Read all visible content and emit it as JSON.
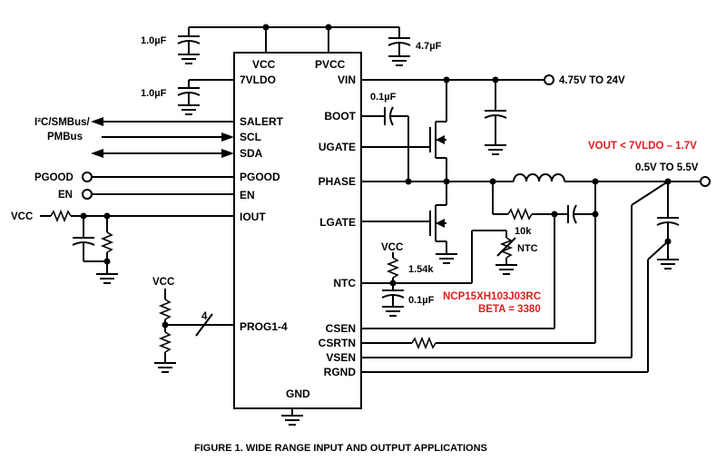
{
  "ic_pins": {
    "vcc": "VCC",
    "pvcc": "PVCC",
    "vldo": "7VLDO",
    "vin": "VIN",
    "boot": "BOOT",
    "salert": "SALERT",
    "scl": "SCL",
    "sda": "SDA",
    "ugate": "UGATE",
    "pgood": "PGOOD",
    "phase": "PHASE",
    "en": "EN",
    "iout": "IOUT",
    "lgate": "LGATE",
    "ntc": "NTC",
    "csen": "CSEN",
    "prog": "PROG1-4",
    "csrtn": "CSRTN",
    "vsen": "VSEN",
    "rgnd": "RGND",
    "gnd": "GND"
  },
  "components": {
    "c_vcc": "1.0µF",
    "c_vldo": "1.0µF",
    "c_pvcc": "4.7µF",
    "c_boot": "0.1µF",
    "c_ntc": "0.1µF",
    "r_ntc_pullup": "1.54k",
    "ntc_value": "10k",
    "ntc_label": "NTC",
    "ntc_part": "NCP15XH103J03RC",
    "ntc_beta": "BETA = 3380",
    "bus_count": "4"
  },
  "signals": {
    "smbus_line1": "I²C/SMBus/",
    "smbus_line2": "PMBus",
    "pgood": "PGOOD",
    "en": "EN",
    "vcc_iout": "VCC",
    "vcc_ntc": "VCC",
    "vcc_prog": "VCC",
    "vin_range": "4.75V TO 24V",
    "vout_range": "0.5V TO 5.5V",
    "vout_condition": "VOUT < 7VLDO – 1.7V"
  },
  "caption": "FIGURE 1.  WIDE RANGE INPUT AND OUTPUT APPLICATIONS",
  "colors": {
    "wire": "#000000",
    "annotation": "#e31b1b"
  }
}
